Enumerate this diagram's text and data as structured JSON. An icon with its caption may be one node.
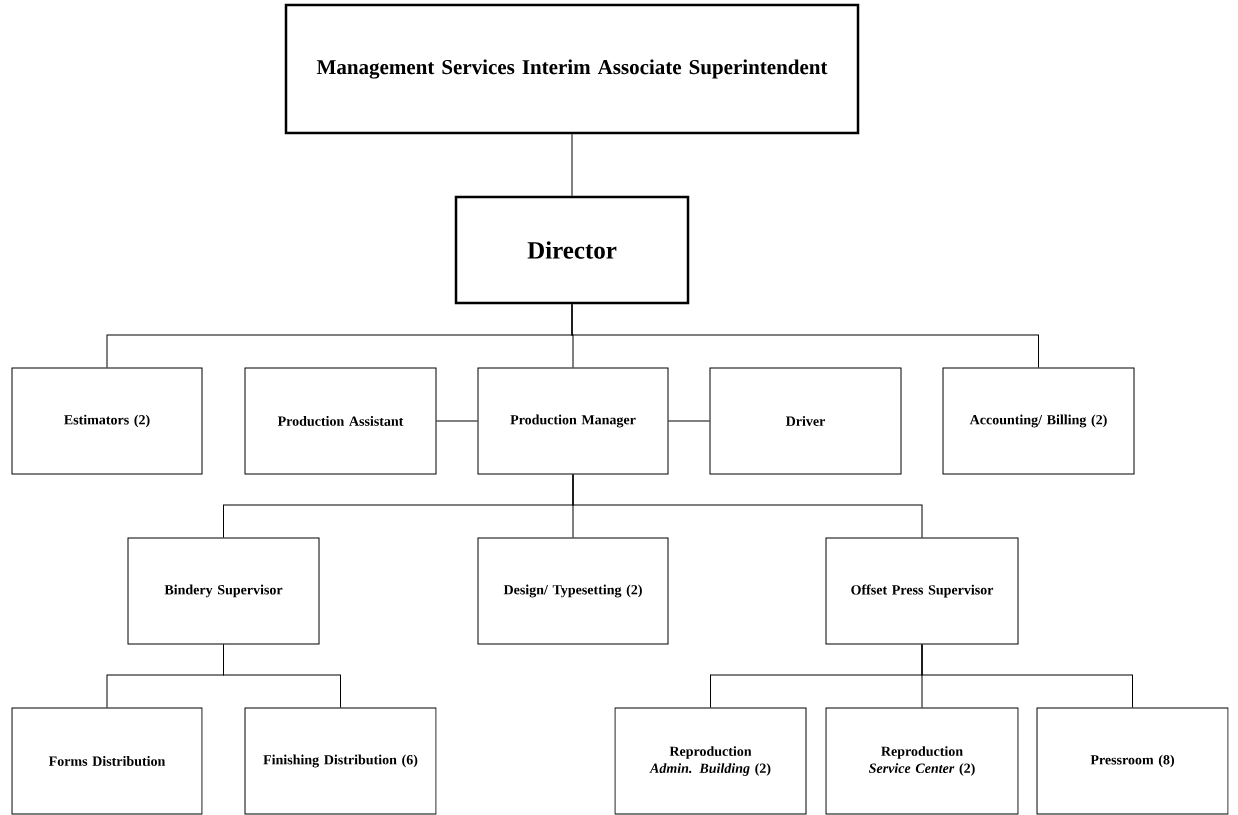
{
  "diagram": {
    "nodes": [
      {
        "text": [
          "Management Services Interim Associate Superintendent"
        ]
      },
      {
        "text": [
          "Director"
        ]
      },
      {
        "text": [
          "Estimators (2)"
        ]
      },
      {
        "text": [
          "Production Assistant"
        ]
      },
      {
        "text": [
          "Production Manager"
        ]
      },
      {
        "text": [
          "Driver"
        ]
      },
      {
        "text": [
          "Accounting/ Billing (2)"
        ]
      },
      {
        "text": [
          "Bindery Supervisor"
        ]
      },
      {
        "text": [
          "Design/ Typesetting (2)"
        ]
      },
      {
        "text": [
          "Offset Press Supervisor"
        ]
      },
      {
        "text": [
          "Forms Distribution"
        ]
      },
      {
        "text": [
          "Finishing Distribution (6)"
        ]
      },
      {
        "text": [
          "Reproduction *Admin. Building* (2)"
        ]
      },
      {
        "text": [
          "Reproduction *Service Center* (2)"
        ]
      },
      {
        "text": [
          "Pressroom (8)"
        ]
      }
    ],
    "edges": [
      {
        "from": 0,
        "to": 1,
        "arrow": "none"
      },
      {
        "from": 1,
        "to": 2,
        "arrow": "none"
      },
      {
        "from": 1,
        "to": 4,
        "arrow": "none"
      },
      {
        "from": 1,
        "to": 6,
        "arrow": "none"
      },
      {
        "from": 4,
        "to": 3,
        "arrow": "none"
      },
      {
        "from": 4,
        "to": 5,
        "arrow": "none"
      },
      {
        "from": 4,
        "to": 7,
        "arrow": "none"
      },
      {
        "from": 4,
        "to": 8,
        "arrow": "none"
      },
      {
        "from": 4,
        "to": 9,
        "arrow": "none"
      },
      {
        "from": 7,
        "to": 10,
        "arrow": "none"
      },
      {
        "from": 7,
        "to": 11,
        "arrow": "none"
      },
      {
        "from": 9,
        "to": 12,
        "arrow": "none"
      },
      {
        "from": 9,
        "to": 13,
        "arrow": "none"
      },
      {
        "from": 9,
        "to": 14,
        "arrow": "none"
      }
    ]
  }
}
